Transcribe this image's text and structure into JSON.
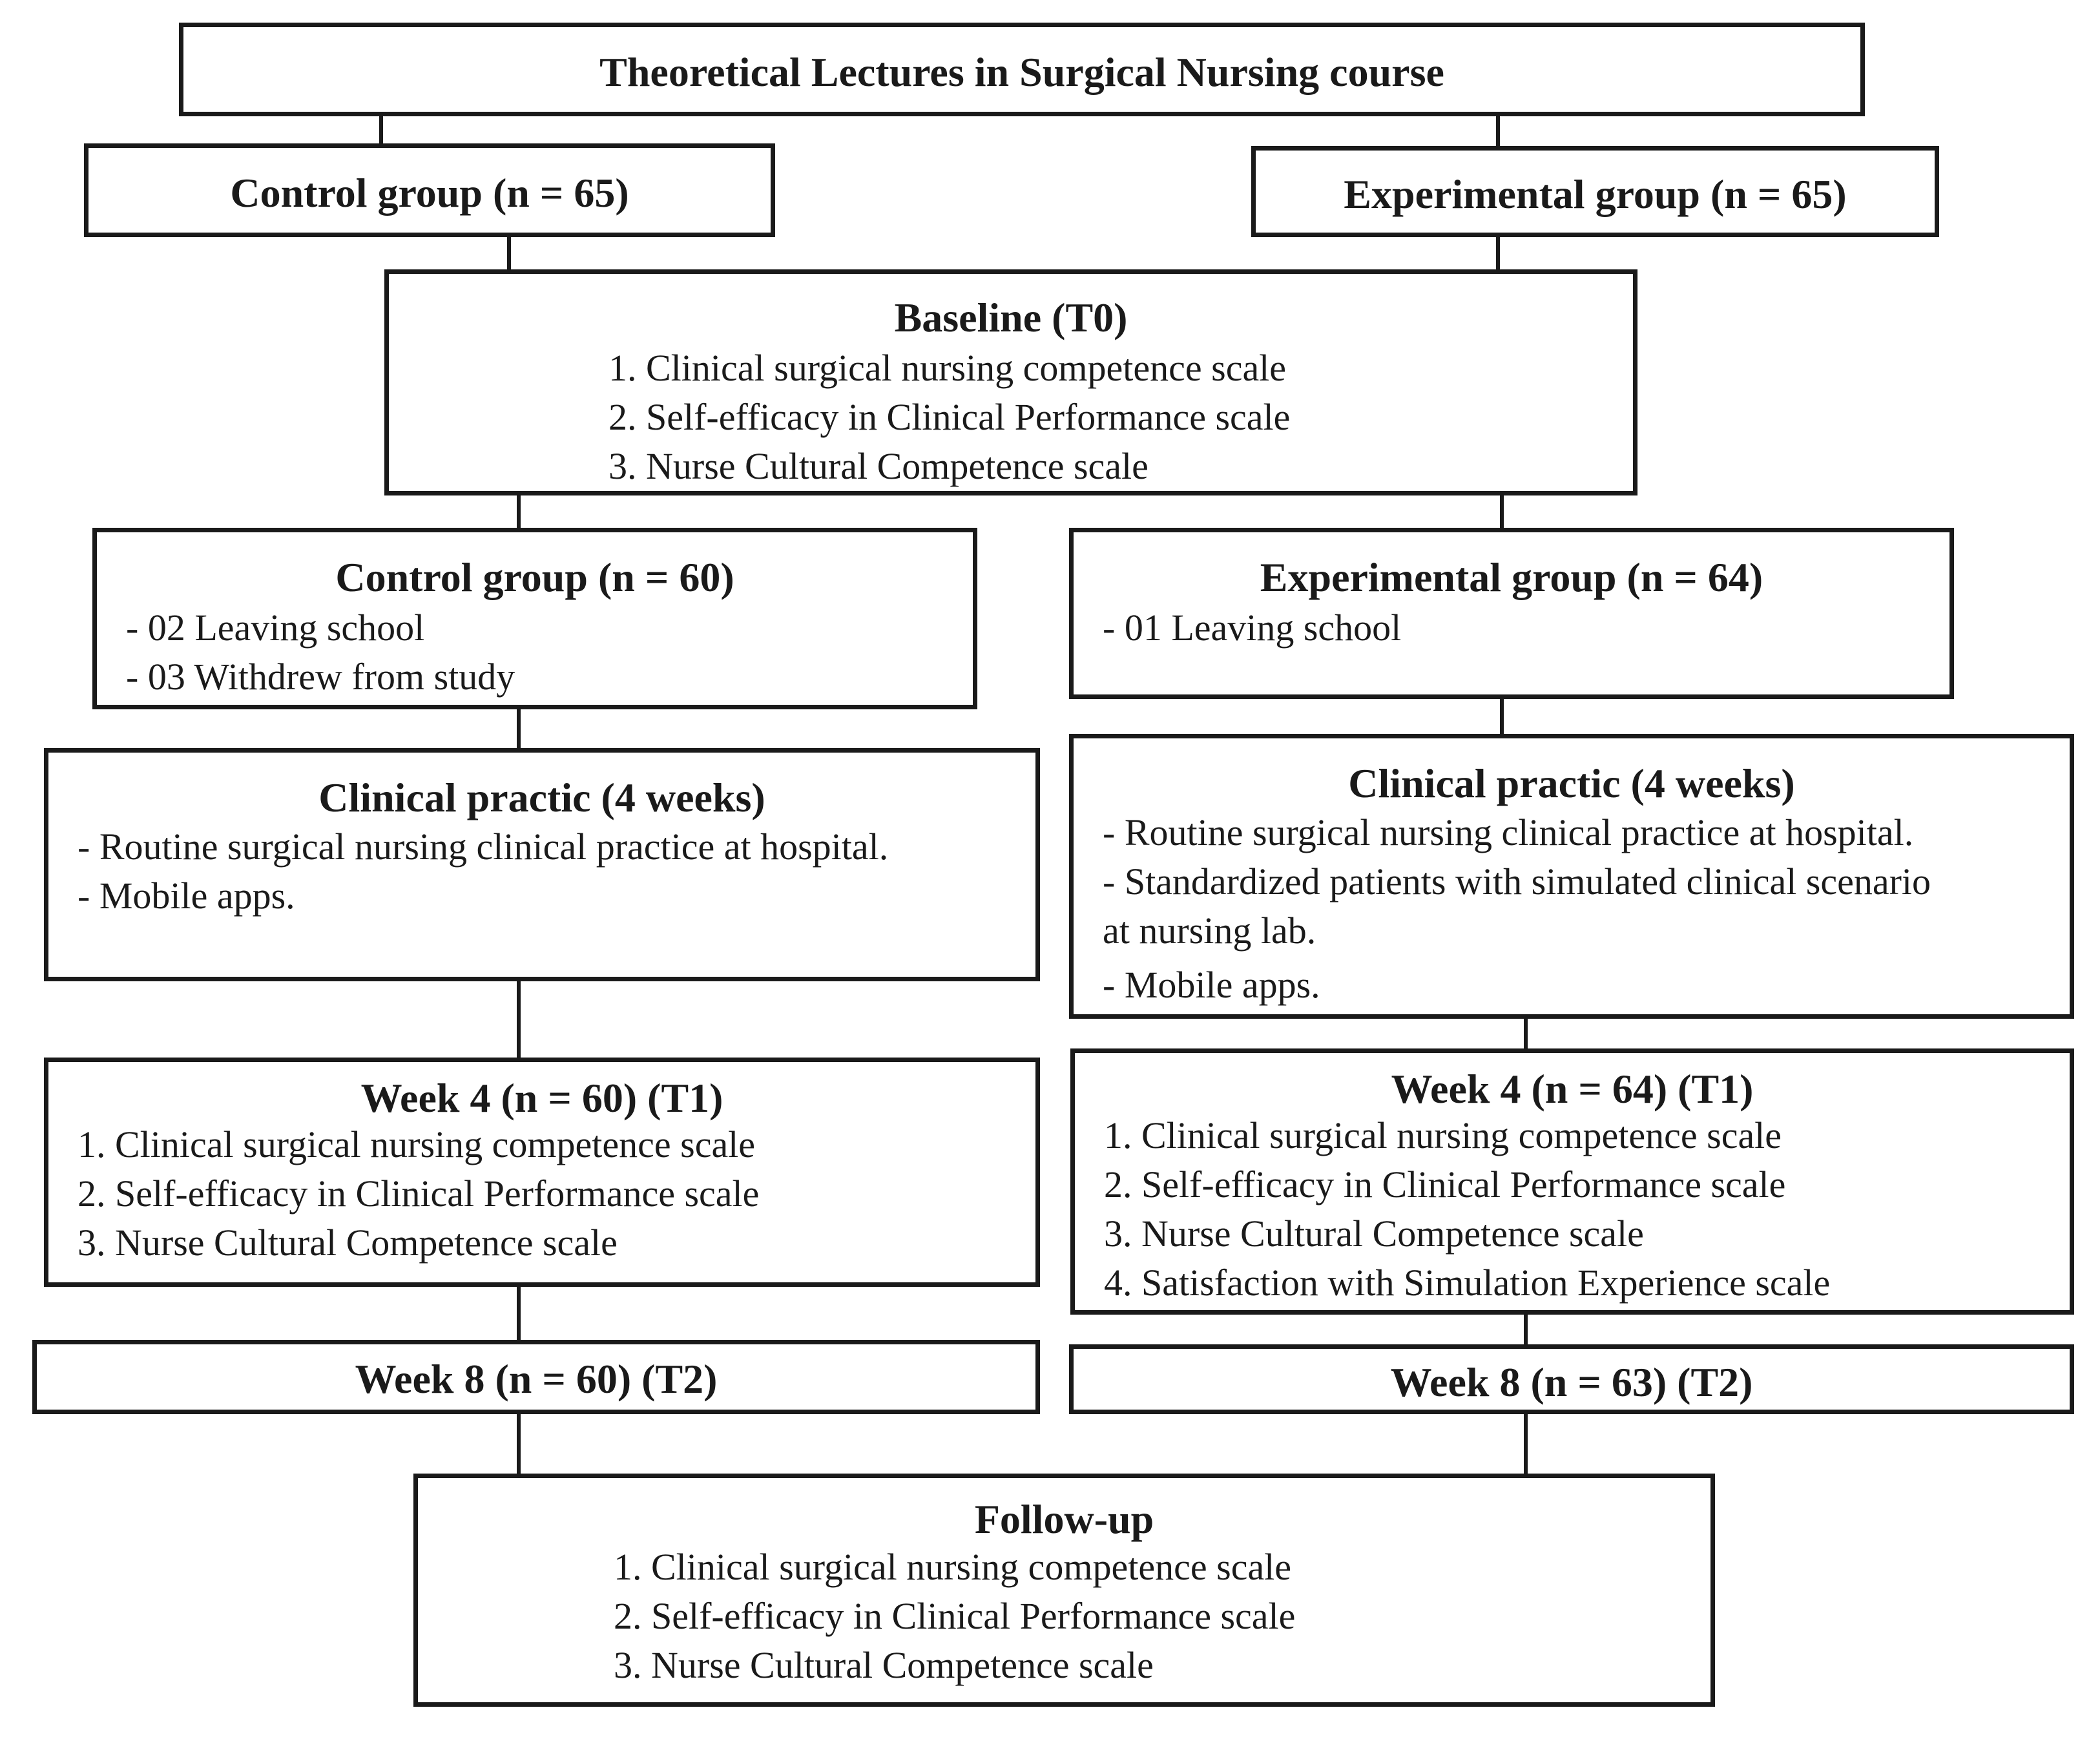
{
  "top": {
    "title": "Theoretical Lectures in Surgical Nursing course"
  },
  "control_group": {
    "title": "Control group (n = 65)"
  },
  "experimental_group": {
    "title": "Experimental group (n = 65)"
  },
  "baseline": {
    "title": "Baseline (T0)",
    "items": [
      "1. Clinical surgical nursing competence scale",
      "2. Self-efficacy in Clinical Performance scale",
      "3. Nurse Cultural Competence scale"
    ]
  },
  "control_after": {
    "title": "Control group (n = 60)",
    "items": [
      "- 02 Leaving school",
      "- 03 Withdrew from study"
    ]
  },
  "experimental_after": {
    "title": "Experimental group (n = 64)",
    "items": [
      "- 01 Leaving school"
    ]
  },
  "control_practice": {
    "title": "Clinical practic (4 weeks)",
    "items": [
      "- Routine surgical nursing clinical practice at hospital.",
      "- Mobile apps."
    ]
  },
  "experimental_practice": {
    "title": "Clinical practic (4 weeks)",
    "items": [
      "- Routine surgical nursing clinical practice at hospital.",
      "- Standardized patients with simulated clinical scenario",
      "at nursing lab.",
      "- Mobile apps."
    ]
  },
  "control_week4": {
    "title": "Week 4 (n = 60) (T1)",
    "items": [
      "1. Clinical surgical nursing competence scale",
      "2. Self-efficacy in Clinical Performance scale",
      "3. Nurse Cultural Competence scale"
    ]
  },
  "experimental_week4": {
    "title": "Week 4 (n = 64) (T1)",
    "items": [
      "1. Clinical surgical nursing competence scale",
      "2. Self-efficacy in Clinical Performance scale",
      "3. Nurse Cultural Competence scale",
      "4. Satisfaction with Simulation Experience scale"
    ]
  },
  "control_week8": {
    "title": "Week 8 (n = 60) (T2)"
  },
  "experimental_week8": {
    "title": "Week 8 (n = 63) (T2)"
  },
  "followup": {
    "title": "Follow-up",
    "items": [
      "1. Clinical surgical nursing competence scale",
      "2. Self-efficacy in Clinical Performance scale",
      "3. Nurse Cultural Competence scale"
    ]
  }
}
